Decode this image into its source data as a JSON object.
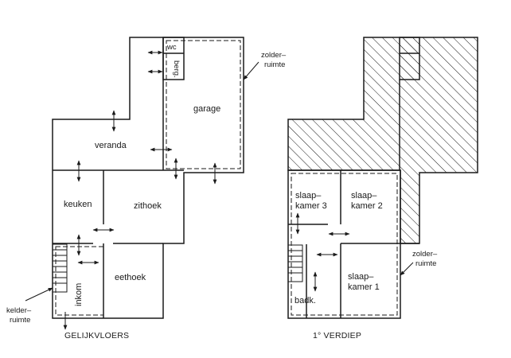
{
  "plans": {
    "ground": {
      "title": "GELIJKVLOERS",
      "rooms": {
        "wc": "wc",
        "berg": "berg.",
        "garage": "garage",
        "veranda": "veranda",
        "keuken": "keuken",
        "zithoek": "zithoek",
        "eethoek": "eethoek",
        "inkom": "inkom"
      },
      "callouts": {
        "zolder_line1": "zolder–",
        "zolder_line2": "ruimte",
        "kelder_line1": "kelder–",
        "kelder_line2": "ruimte"
      }
    },
    "first": {
      "title": "1° VERDIEP",
      "rooms": {
        "slaapkamer3_line1": "slaap–",
        "slaapkamer3_line2": "kamer 3",
        "slaapkamer2_line1": "slaap–",
        "slaapkamer2_line2": "kamer 2",
        "slaapkamer1_line1": "slaap–",
        "slaapkamer1_line2": "kamer 1",
        "badk": "badk."
      },
      "callouts": {
        "zolder_line1": "zolder–",
        "zolder_line2": "ruimte"
      }
    }
  },
  "style": {
    "line_color": "#1a1a1a",
    "background": "#ffffff"
  },
  "icons": [
    "double-headed-arrow-icon",
    "stair-icon",
    "hatch-pattern"
  ]
}
